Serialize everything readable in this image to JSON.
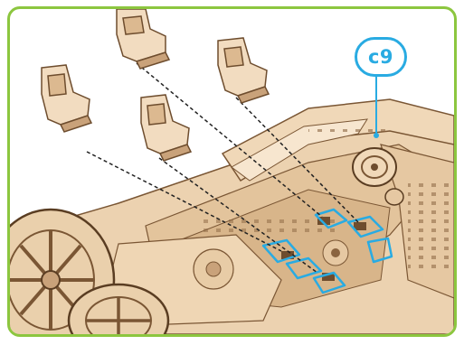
{
  "step_badge": {
    "label": "c9"
  },
  "colors": {
    "frame_border": "#8cc63f",
    "callout": "#29abe2",
    "wood_light": "#f2dcc0",
    "wood_mid": "#dcb990",
    "wood_dark": "#7a5634",
    "placement_outline": "#29abe2"
  },
  "icons": [
    "seat-part",
    "steering-wheel",
    "wheel",
    "placement-outline"
  ]
}
